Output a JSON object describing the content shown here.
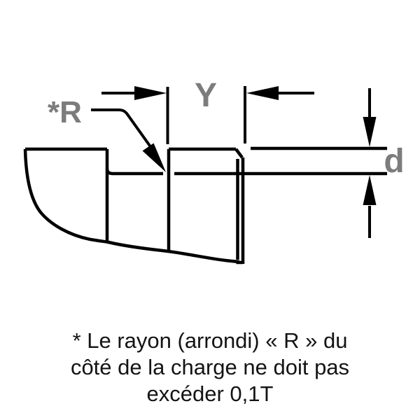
{
  "diagram": {
    "labels": {
      "radius": "*R",
      "overhang": "Y",
      "thickness": "d"
    },
    "colors": {
      "line": "#000000",
      "label_gray": "#7c7c7c",
      "caption_text": "#141414",
      "background": "#ffffff"
    }
  },
  "caption": {
    "lines": [
      "* Le rayon (arrondi) « R » du",
      "côté de la charge ne doit pas",
      "excéder 0,1T"
    ]
  }
}
